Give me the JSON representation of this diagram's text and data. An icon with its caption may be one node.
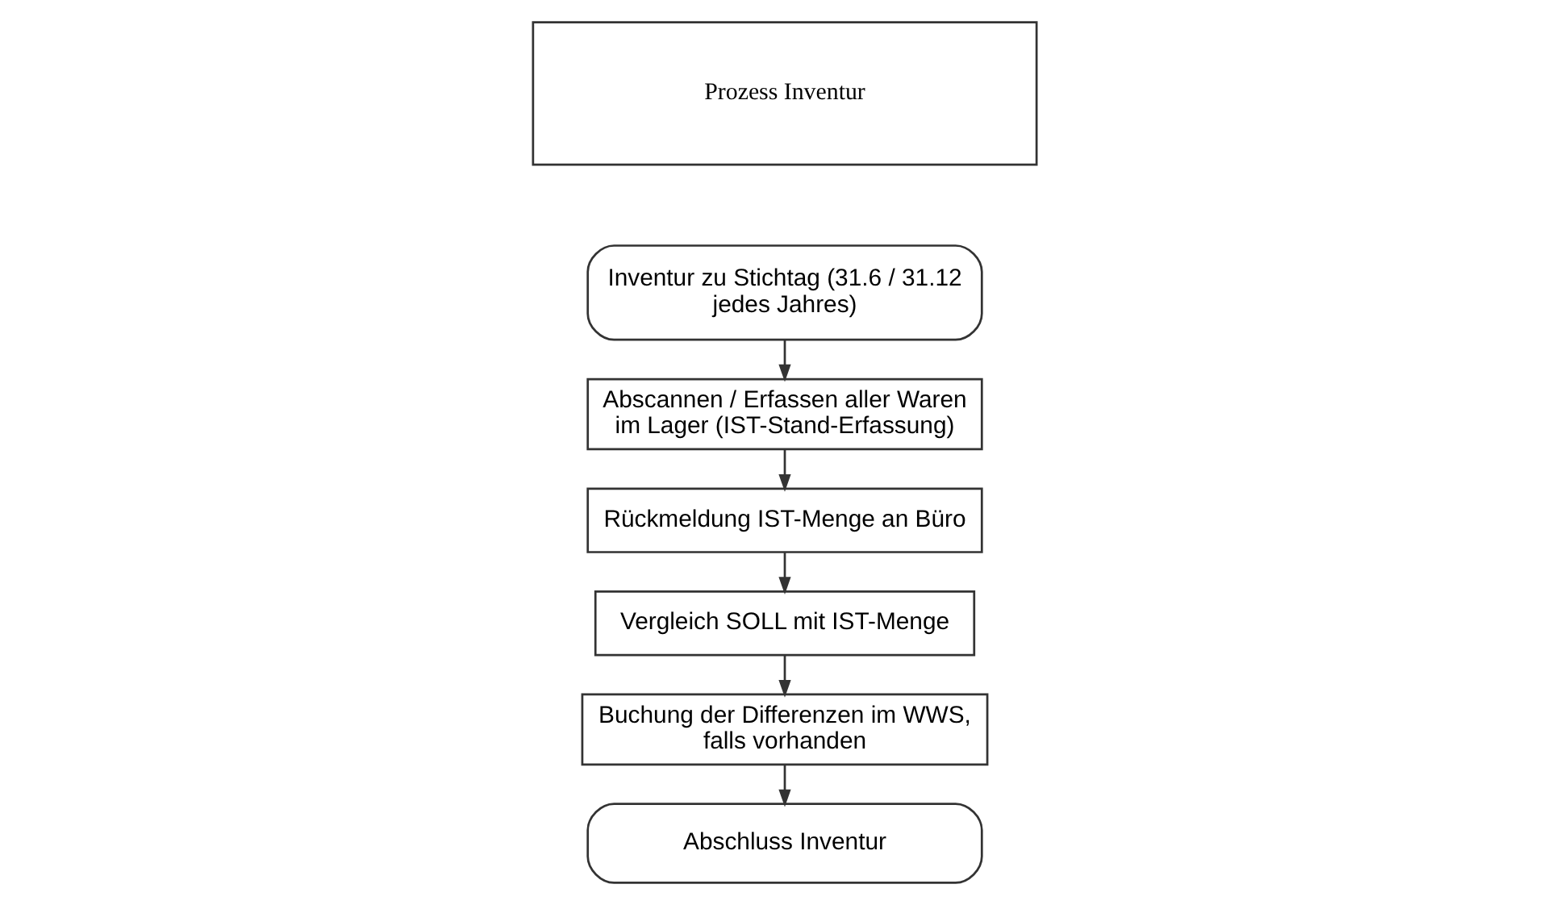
{
  "diagram": {
    "nodes": [
      {
        "text": [
          "Prozess Inventur"
        ]
      },
      {
        "text": [
          "Inventur zu Stichtag (31.6 / 31.12 jedes Jahres)"
        ]
      },
      {
        "text": [
          "Abscannen / Erfassen aller Waren im Lager (IST-Stand-Erfassung)"
        ]
      },
      {
        "text": [
          "Rückmeldung IST-Menge an Büro"
        ]
      },
      {
        "text": [
          "Vergleich SOLL mit IST-Menge"
        ]
      },
      {
        "text": [
          "Buchung der Differenzen im WWS, falls vorhanden"
        ]
      },
      {
        "text": [
          "Abschluss Inventur"
        ]
      }
    ],
    "edges": [
      {
        "from": 1,
        "to": 2,
        "arrow": "to"
      },
      {
        "from": 2,
        "to": 3,
        "arrow": "to"
      },
      {
        "from": 3,
        "to": 4,
        "arrow": "to"
      },
      {
        "from": 4,
        "to": 5,
        "arrow": "to"
      },
      {
        "from": 5,
        "to": 6,
        "arrow": "to"
      }
    ]
  }
}
